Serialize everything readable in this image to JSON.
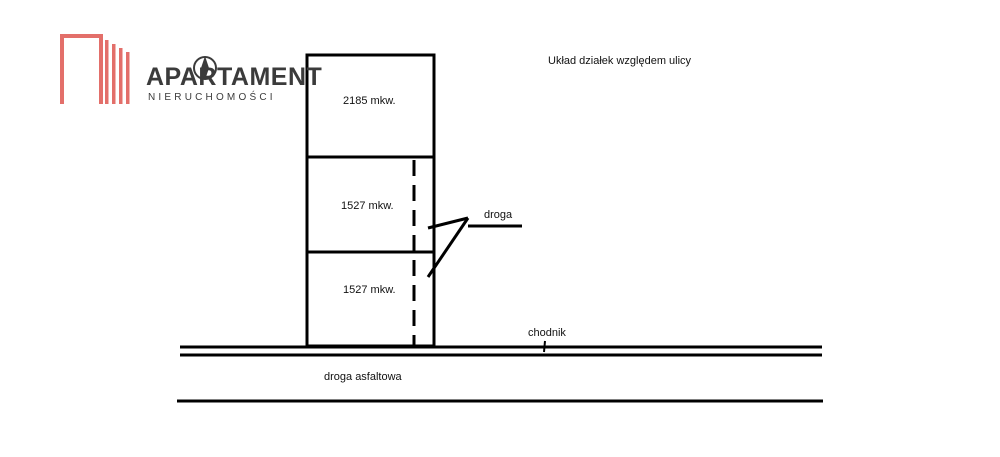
{
  "logo": {
    "word": "APARTAMENT",
    "sub": "NIERUCHOMOŚCI",
    "accent_color": "#e36f6a",
    "text_color": "#3b3b3b"
  },
  "diagram": {
    "title": "Układ działek względem ulicy",
    "plots": [
      {
        "label": "2185 mkw."
      },
      {
        "label": "1527 mkw."
      },
      {
        "label": "1527 mkw."
      }
    ],
    "road_label": "droga",
    "sidewalk_label": "chodnik",
    "street_label": "droga asfaltowa",
    "line_color": "#000000"
  }
}
